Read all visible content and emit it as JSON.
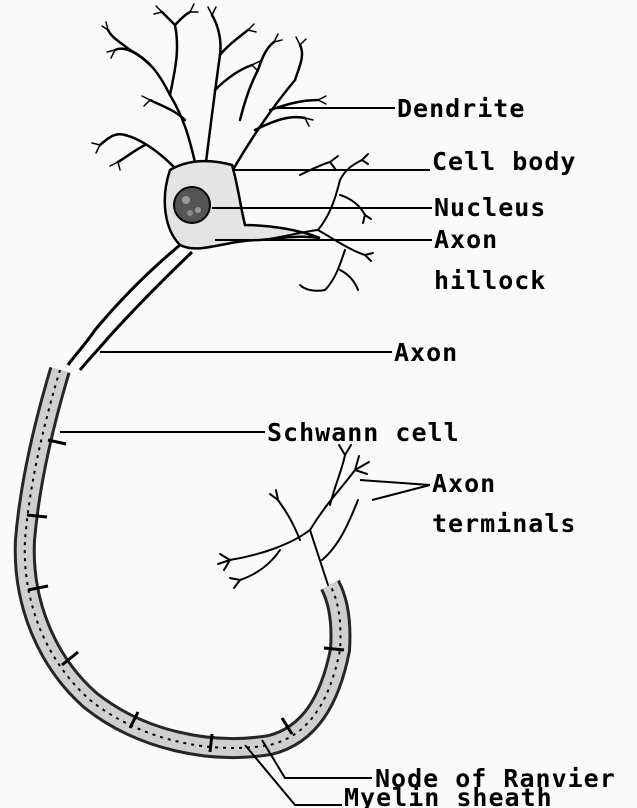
{
  "diagram": {
    "labels": {
      "dendrite": "Dendrite",
      "cell_body": "Cell body",
      "nucleus": "Nucleus",
      "axon_hillock_line1": "Axon",
      "axon_hillock_line2": "hillock",
      "axon": "Axon",
      "schwann_cell": "Schwann cell",
      "axon_terminals_line1": "Axon",
      "axon_terminals_line2": "terminals",
      "node_of_ranvier": "Node of Ranvier",
      "myelin_sheath": "Myelin sheath"
    }
  }
}
